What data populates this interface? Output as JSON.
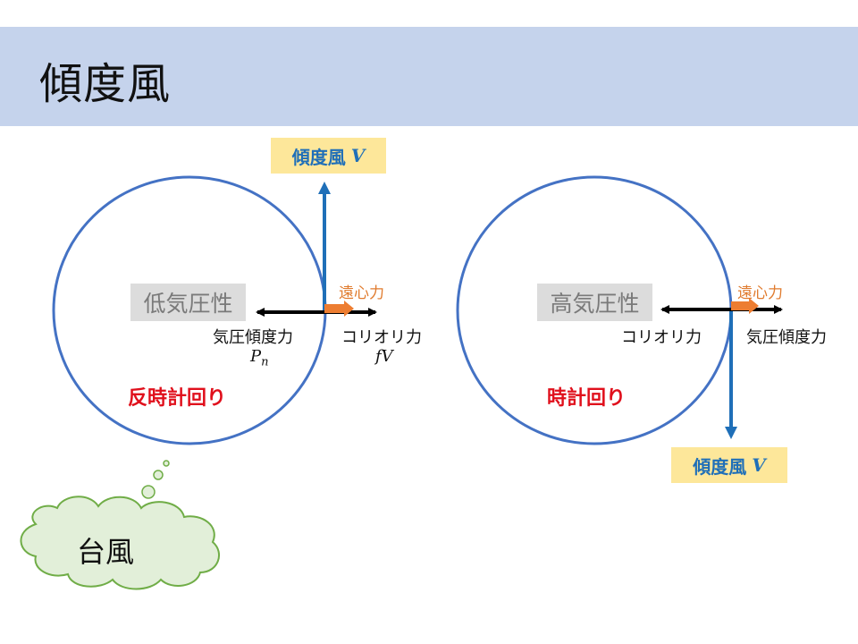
{
  "title": "傾度風",
  "left": {
    "center_label": "低気圧性",
    "wind_label": "傾度風",
    "wind_var": "V",
    "centrifugal": "遠心力",
    "pressure_force": "気圧傾度力",
    "pressure_symbol_base": "P",
    "pressure_symbol_sub": "n",
    "coriolis": "コリオリ力",
    "coriolis_symbol": "fV",
    "rotation": "反時計回り"
  },
  "right": {
    "center_label": "高気圧性",
    "wind_label": "傾度風",
    "wind_var": "V",
    "centrifugal": "遠心力",
    "coriolis": "コリオリ力",
    "pressure_force": "気圧傾度力",
    "rotation": "時計回り"
  },
  "typhoon": {
    "label": "台風"
  },
  "colors": {
    "header_band": "#c5d3ec",
    "circle": "#4472c4",
    "wind_arrow": "#1f6fb8",
    "force_arrow": "#000000",
    "centrifugal_arrow": "#ed7d31",
    "rotation_text": "#e0101c",
    "cloud_fill": "#e2efd9",
    "cloud_stroke": "#70ad47"
  }
}
